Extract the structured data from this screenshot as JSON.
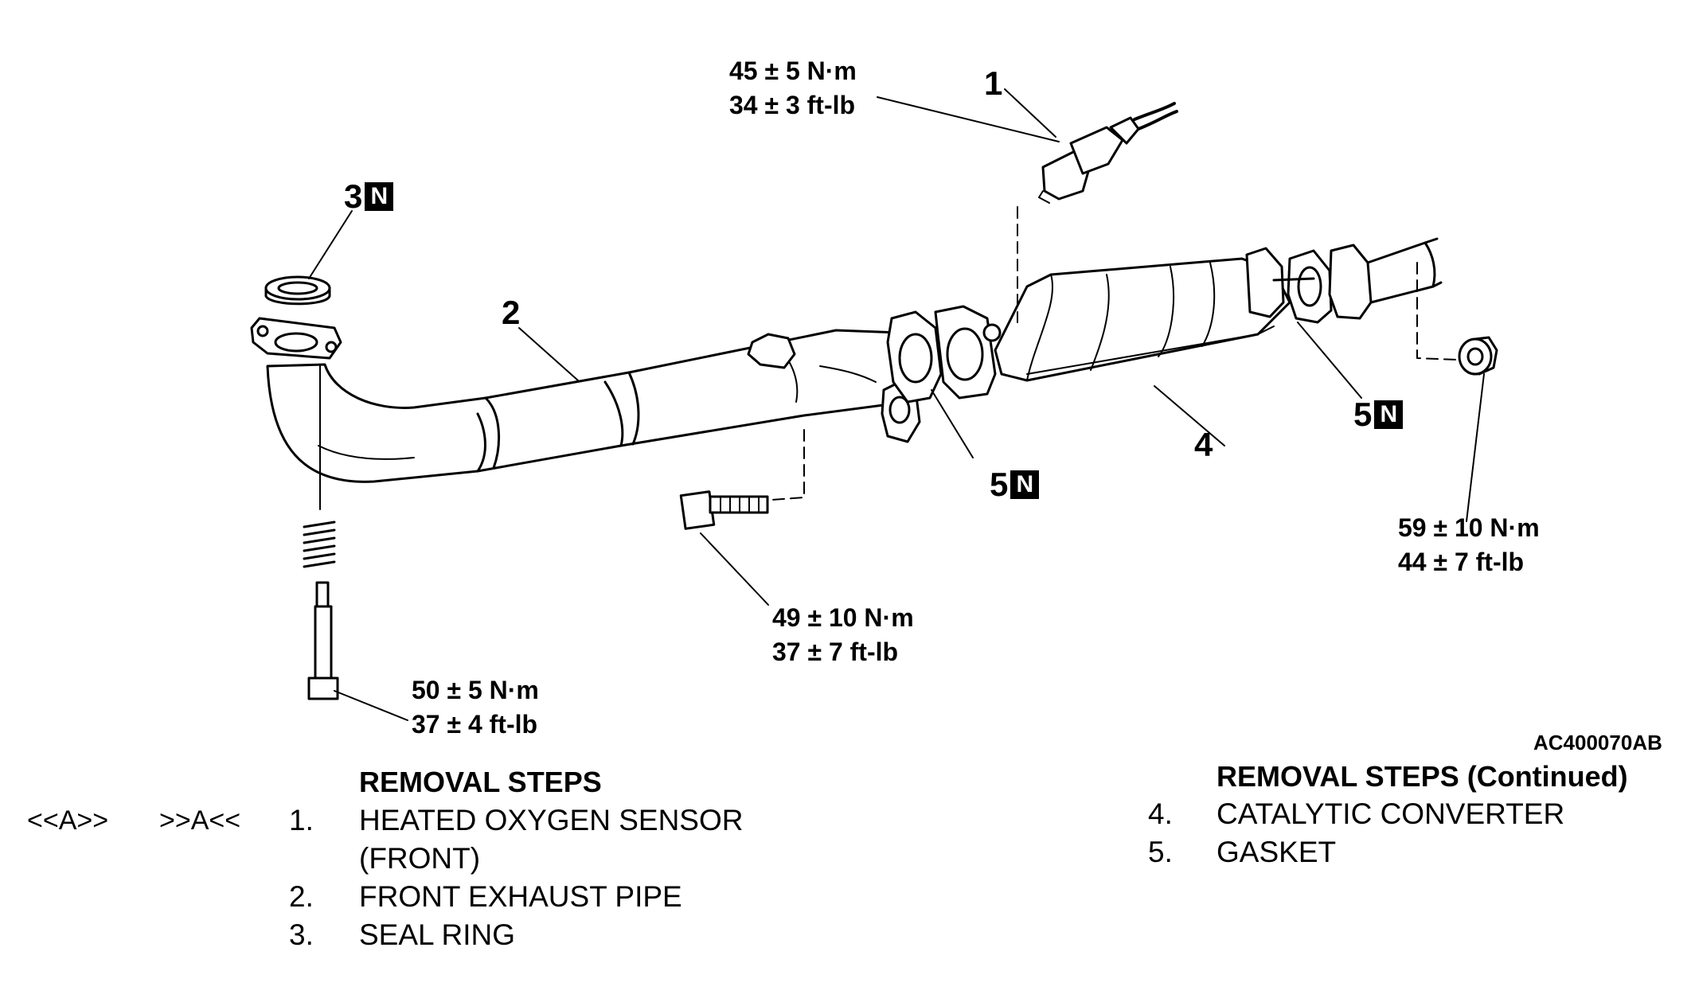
{
  "figure_id": "AC400070AB",
  "callouts": {
    "c1": {
      "number": "1",
      "badge": ""
    },
    "c2": {
      "number": "2",
      "badge": ""
    },
    "c3": {
      "number": "3",
      "badge": "N"
    },
    "c4": {
      "number": "4",
      "badge": ""
    },
    "c5a": {
      "number": "5",
      "badge": "N"
    },
    "c5b": {
      "number": "5",
      "badge": "N"
    }
  },
  "torques": {
    "sensor": {
      "nm": "45 ± 5 N·m",
      "ftlb": "34 ± 3 ft-lb"
    },
    "flange_bolt": {
      "nm": "49 ± 10 N·m",
      "ftlb": "37 ± 7 ft-lb"
    },
    "spring_bolt": {
      "nm": "50 ± 5 N·m",
      "ftlb": "37 ± 4 ft-lb"
    },
    "rear_nut": {
      "nm": "59 ± 10 N·m",
      "ftlb": "44 ± 7 ft-lb"
    }
  },
  "removal_steps": {
    "title": "REMOVAL STEPS",
    "title_continued": "REMOVAL STEPS (Continued)",
    "ref_removal": "<<A>>",
    "ref_install": ">>A<<",
    "items": [
      {
        "num": "1.",
        "line1": "HEATED OXYGEN SENSOR",
        "line2": "(FRONT)"
      },
      {
        "num": "2.",
        "line1": "FRONT EXHAUST PIPE"
      },
      {
        "num": "3.",
        "line1": "SEAL RING"
      },
      {
        "num": "4.",
        "line1": "CATALYTIC CONVERTER"
      },
      {
        "num": "5.",
        "line1": "GASKET"
      }
    ]
  }
}
